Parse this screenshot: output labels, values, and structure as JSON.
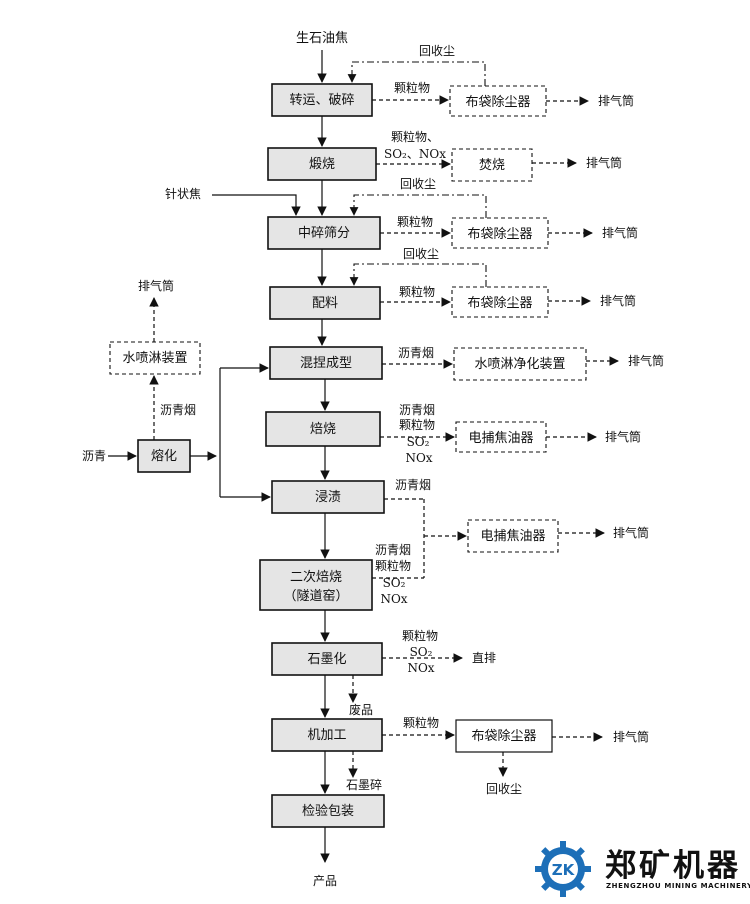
{
  "inputs": {
    "raw_coke": "生石油焦",
    "needle_coke": "针状焦",
    "pitch": "沥青"
  },
  "process": {
    "transport_crush": "转运、破碎",
    "calcine": "煅烧",
    "crush_sieve": "中碎筛分",
    "batching": "配料",
    "kneading": "混捏成型",
    "roasting": "焙烧",
    "impregnation": "浸渍",
    "second_roast_l1": "二次焙烧",
    "second_roast_l2": "（隧道窑）",
    "graphitize": "石墨化",
    "machining": "机加工",
    "inspect_pack": "检验包装",
    "melting": "熔化"
  },
  "equipment": {
    "bag_dust_1": "布袋除尘器",
    "incinerate": "焚烧",
    "bag_dust_2": "布袋除尘器",
    "bag_dust_3": "布袋除尘器",
    "water_spray_purify": "水喷淋净化装置",
    "electric_tar_1": "电捕焦油器",
    "electric_tar_2": "电捕焦油器",
    "bag_dust_4": "布袋除尘器",
    "water_spray_device": "水喷淋装置"
  },
  "labels": {
    "particulates": "颗粒物",
    "particulates_comma": "颗粒物、",
    "so2_nox": "SO₂、NOx",
    "so2": "SO₂",
    "nox": "NOx",
    "recycled_dust": "回收尘",
    "exhaust": "排气筒",
    "pitch_fume": "沥青烟",
    "direct_discharge": "直排",
    "waste": "废品",
    "graphite_scrap": "石墨碎",
    "product": "产品"
  },
  "logo": {
    "name_cn": "郑矿机器",
    "name_en": "ZHENGZHOU MINING MACHINERY",
    "mark": "ZK"
  }
}
